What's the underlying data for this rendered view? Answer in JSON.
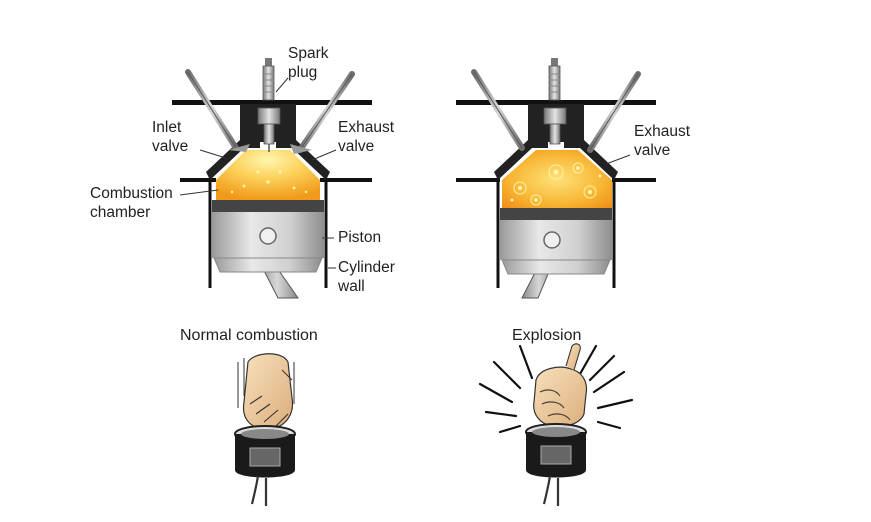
{
  "left_engine": {
    "spark_plug": [
      "Spark",
      "plug"
    ],
    "inlet_valve": [
      "Inlet",
      "valve"
    ],
    "exhaust_valve": [
      "Exhaust",
      "valve"
    ],
    "combustion_chamber": [
      "Combustion",
      "chamber"
    ],
    "piston": "Piston",
    "cylinder_wall": [
      "Cylinder",
      "wall"
    ]
  },
  "right_engine": {
    "exhaust_valve": [
      "Exhaust",
      "valve"
    ]
  },
  "captions": {
    "normal": "Normal combustion",
    "explosion": "Explosion"
  },
  "colors": {
    "flame_outer": "#f4a21c",
    "flame_inner": "#fde27a",
    "metal_dark": "#1a1a1a",
    "piston_grey": "#c8c8c8",
    "skin": "#f0d2a8"
  }
}
